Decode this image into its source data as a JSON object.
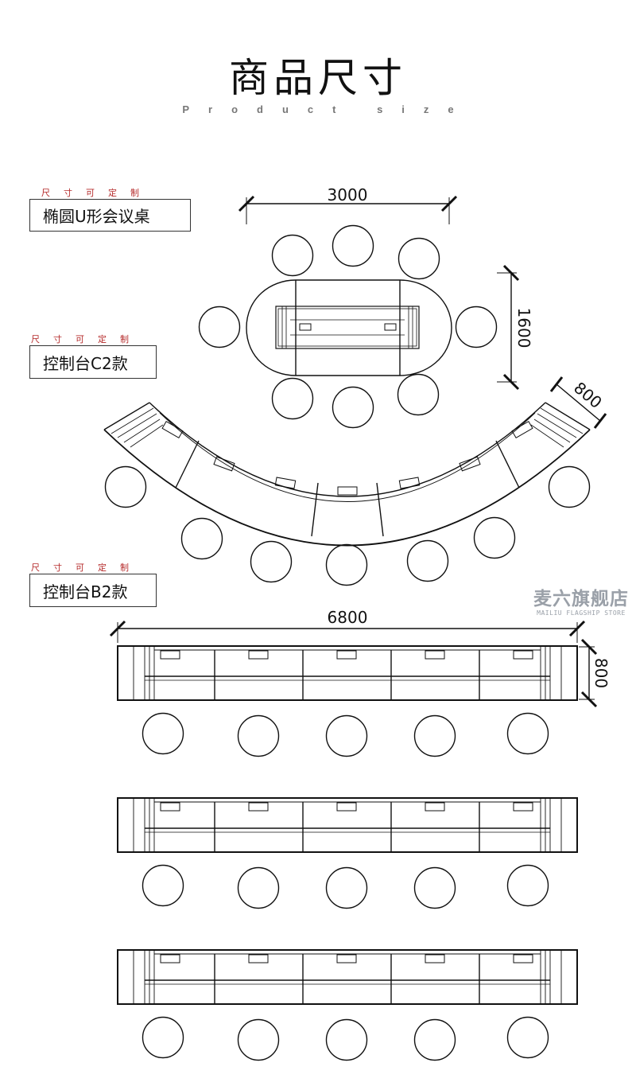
{
  "header": {
    "title": "商品尺寸",
    "subtitle": "Product size"
  },
  "sections": [
    {
      "tag": "尺寸可定制",
      "label": "椭圆U形会议桌"
    },
    {
      "tag": "尺寸可定制",
      "label": "控制台C2款"
    },
    {
      "tag": "尺寸可定制",
      "label": "控制台B2款"
    }
  ],
  "dimensions": {
    "oval_length": "3000",
    "oval_width": "1600",
    "curved_depth": "800",
    "linear_length": "6800",
    "linear_depth": "800"
  },
  "watermark": {
    "name": "麦六旗舰店",
    "english": "MAILIU FLAGSHIP STORE"
  },
  "colors": {
    "tag_red": "#b52a2a",
    "line": "#111111",
    "watermark_gray": "#9aa0a8"
  }
}
